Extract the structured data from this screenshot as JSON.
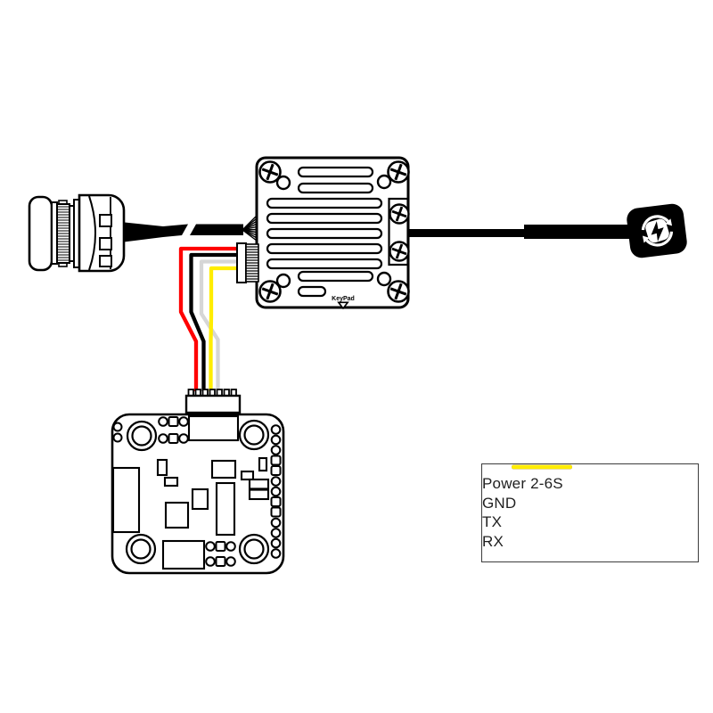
{
  "vtx": {
    "keypad_label": "KeyPad"
  },
  "legend": {
    "items": [
      {
        "label": "Power 2-6S",
        "color": "#ff0000"
      },
      {
        "label": "GND",
        "color": "#000000"
      },
      {
        "label": "TX",
        "color": "#d6d6d6"
      },
      {
        "label": "RX",
        "color": "#ffed00"
      }
    ]
  },
  "diagram": {
    "line_color": "#000000",
    "background": "#ffffff",
    "parts": [
      "fpv-camera",
      "camera-cable",
      "video-transmitter",
      "signal-wire-harness",
      "flight-controller",
      "antenna-cable",
      "lollipop-antenna"
    ],
    "icons": {
      "antenna_logo": "circular-arrows-lightning-bolt-icon"
    }
  }
}
